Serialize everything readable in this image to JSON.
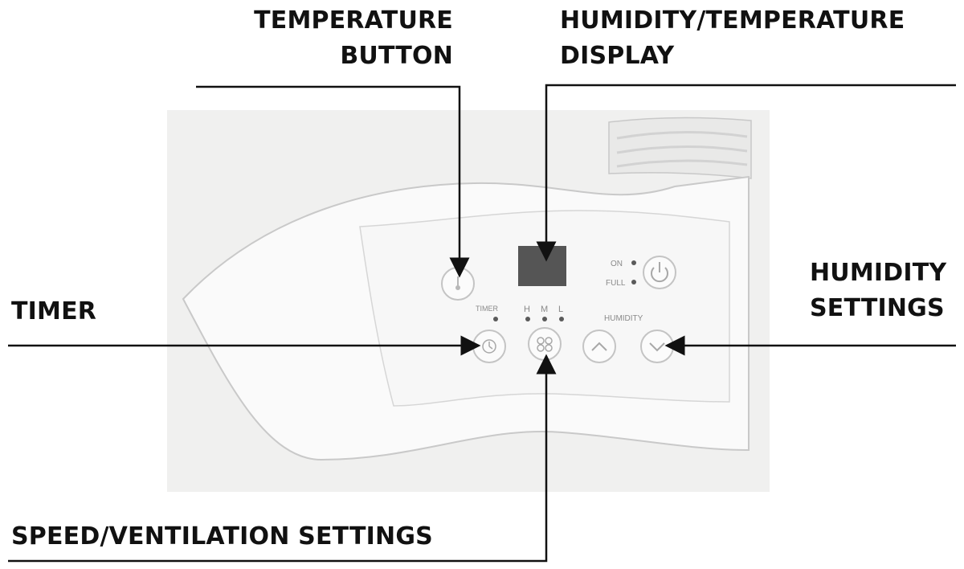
{
  "callouts": {
    "temperature_button": {
      "line1": "TEMPERATURE",
      "line2": "BUTTON"
    },
    "display": {
      "line1": "HUMIDITY/TEMPERATURE",
      "line2": "DISPLAY"
    },
    "timer": "TIMER",
    "humidity_settings": {
      "line1": "HUMIDITY",
      "line2": "SETTINGS"
    },
    "speed": "SPEED/VENTILATION SETTINGS"
  },
  "panel": {
    "on_label": "ON",
    "full_label": "FULL",
    "timer_label": "TIMER",
    "speed_h": "H",
    "speed_m": "M",
    "speed_l": "L",
    "humidity_label": "HUMIDITY"
  },
  "colors": {
    "label_text": "#111111",
    "leader_line": "#111111",
    "panel_background": "#f0f0ef",
    "panel_face": "#fafafa",
    "display_screen": "#555555",
    "indicator_led": "#5a5a5a"
  },
  "icons": {
    "temperature_button": "thermometer-icon",
    "power_button": "power-icon",
    "timer_button": "clock-icon",
    "fan_button": "fan-icon",
    "humidity_up": "chevron-up-icon",
    "humidity_down": "chevron-down-icon"
  }
}
